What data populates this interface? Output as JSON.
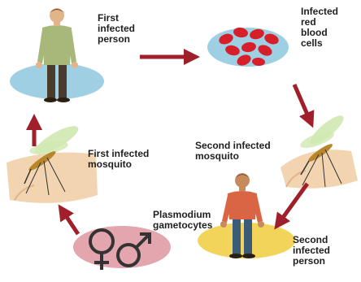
{
  "labels": {
    "first_person": "First\ninfected\nperson",
    "red_cells": "Infected\nred\nblood\ncells",
    "second_mosquito": "Second infected\nmosquito",
    "second_person": "Second\ninfected\nperson",
    "gametocytes": "Plasmodium\ngametocytes",
    "first_mosquito": "First infected\nmosquito"
  },
  "colors": {
    "arrow": "#a01f2a",
    "oval_blue": "#9ecfe3",
    "oval_yellow": "#f3d45a",
    "oval_pink": "#e3a6ae",
    "skin": "#f2d4b0",
    "blood_cell": "#d61f2a"
  }
}
